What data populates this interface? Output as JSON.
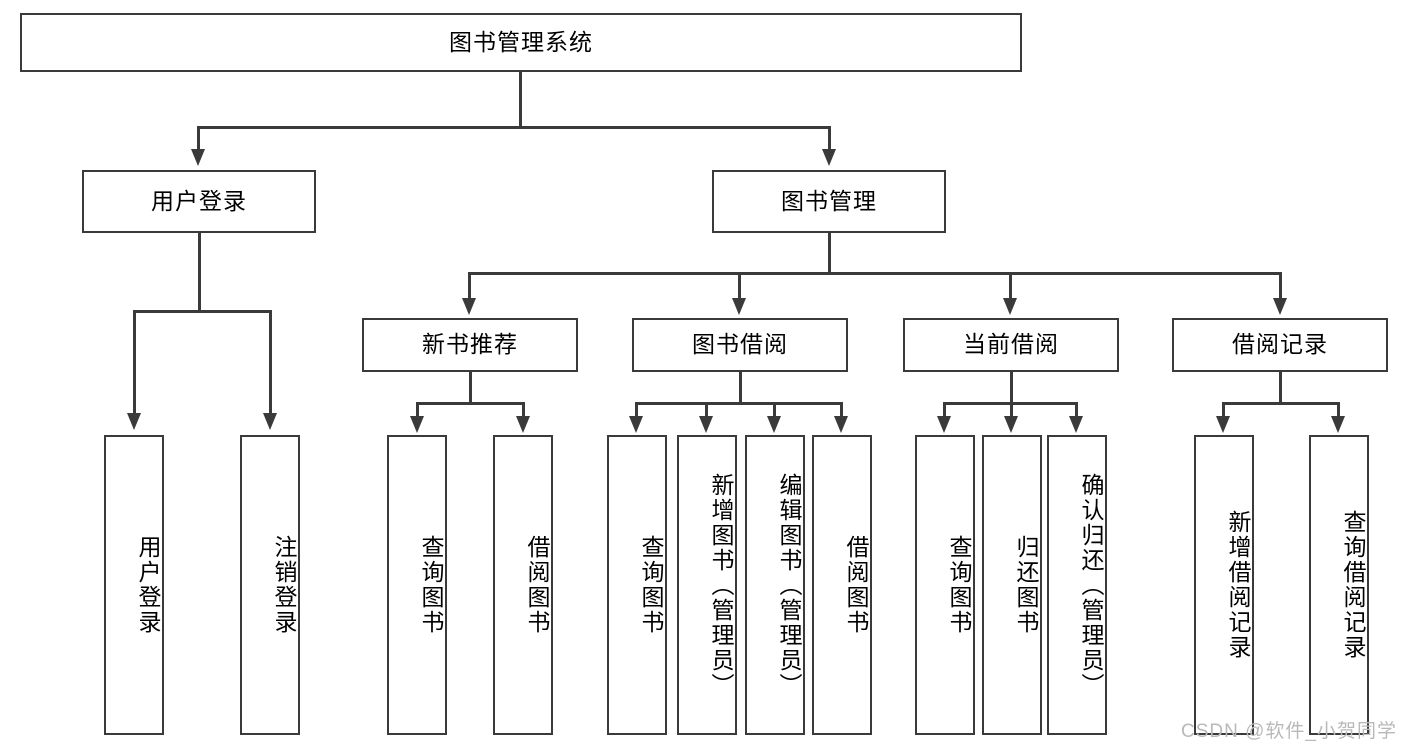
{
  "diagram": {
    "type": "tree",
    "title": "图书管理系统",
    "root": {
      "label": "图书管理系统"
    },
    "level2": [
      {
        "label": "用户登录"
      },
      {
        "label": "图书管理"
      }
    ],
    "level3": [
      {
        "label": "新书推荐"
      },
      {
        "label": "图书借阅"
      },
      {
        "label": "当前借阅"
      },
      {
        "label": "借阅记录"
      }
    ],
    "leaves": {
      "user_login": [
        {
          "label": "用户登录"
        },
        {
          "label": "注销登录"
        }
      ],
      "new_book_recommend": [
        {
          "label": "查询图书"
        },
        {
          "label": "借阅图书"
        }
      ],
      "book_borrow": [
        {
          "label": "查询图书"
        },
        {
          "label": "新增图书（管理员）"
        },
        {
          "label": "编辑图书（管理员）"
        },
        {
          "label": "借阅图书"
        }
      ],
      "current_borrow": [
        {
          "label": "查询图书"
        },
        {
          "label": "归还图书"
        },
        {
          "label": "确认归还（管理员）"
        }
      ],
      "borrow_record": [
        {
          "label": "新增借阅记录"
        },
        {
          "label": "查询借阅记录"
        }
      ]
    },
    "watermark": "CSDN @软件_小贺同学",
    "colors": {
      "stroke": "#3a3a3a",
      "fill": "#ffffff",
      "text": "#000000",
      "watermark": "#b9b9b9"
    }
  }
}
